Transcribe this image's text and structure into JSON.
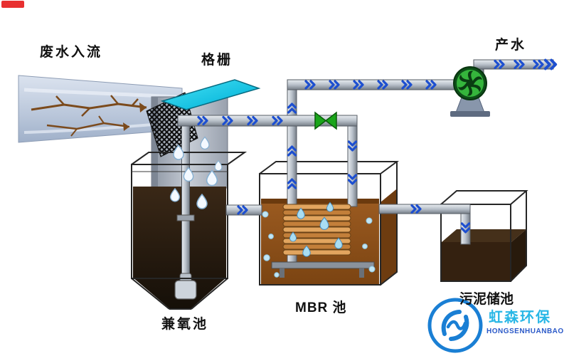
{
  "labels": {
    "inflow": "废水入流",
    "screen": "格栅",
    "product_water": "产水",
    "facultative_tank": "兼氧池",
    "mbr_tank": "MBR 池",
    "sludge_tank": "污泥储池"
  },
  "watermark": {
    "name_cn": "虹森环保",
    "name_en": "HONGSENHUANBAO"
  },
  "icons": {
    "water_drop": "teardrop shape",
    "flow_arrow": "blue double-chevron",
    "valve": "green bowtie valve",
    "pump": "green centrifugal fan",
    "screen": "cyan inclined bar-screen plate over black mesh",
    "logo": "blue ring with wave monogram"
  },
  "colors": {
    "arrow_blue": "#1d4fd0",
    "valve_green": "#1aa51a",
    "screen_cyan": "#18c2e2",
    "pipe_gray": "#b9c1ca",
    "mbr_liquid_brown": "#8a4d16",
    "sludge_dark_brown": "#2a1c0e",
    "membrane_tan": "#d99a55",
    "pump_green": "#35b53c",
    "logo_blue": "#1a7fd4",
    "logo_cyan": "#29b7e6",
    "logo_deep_blue": "#2b59c8",
    "corner_red": "#e83030"
  }
}
